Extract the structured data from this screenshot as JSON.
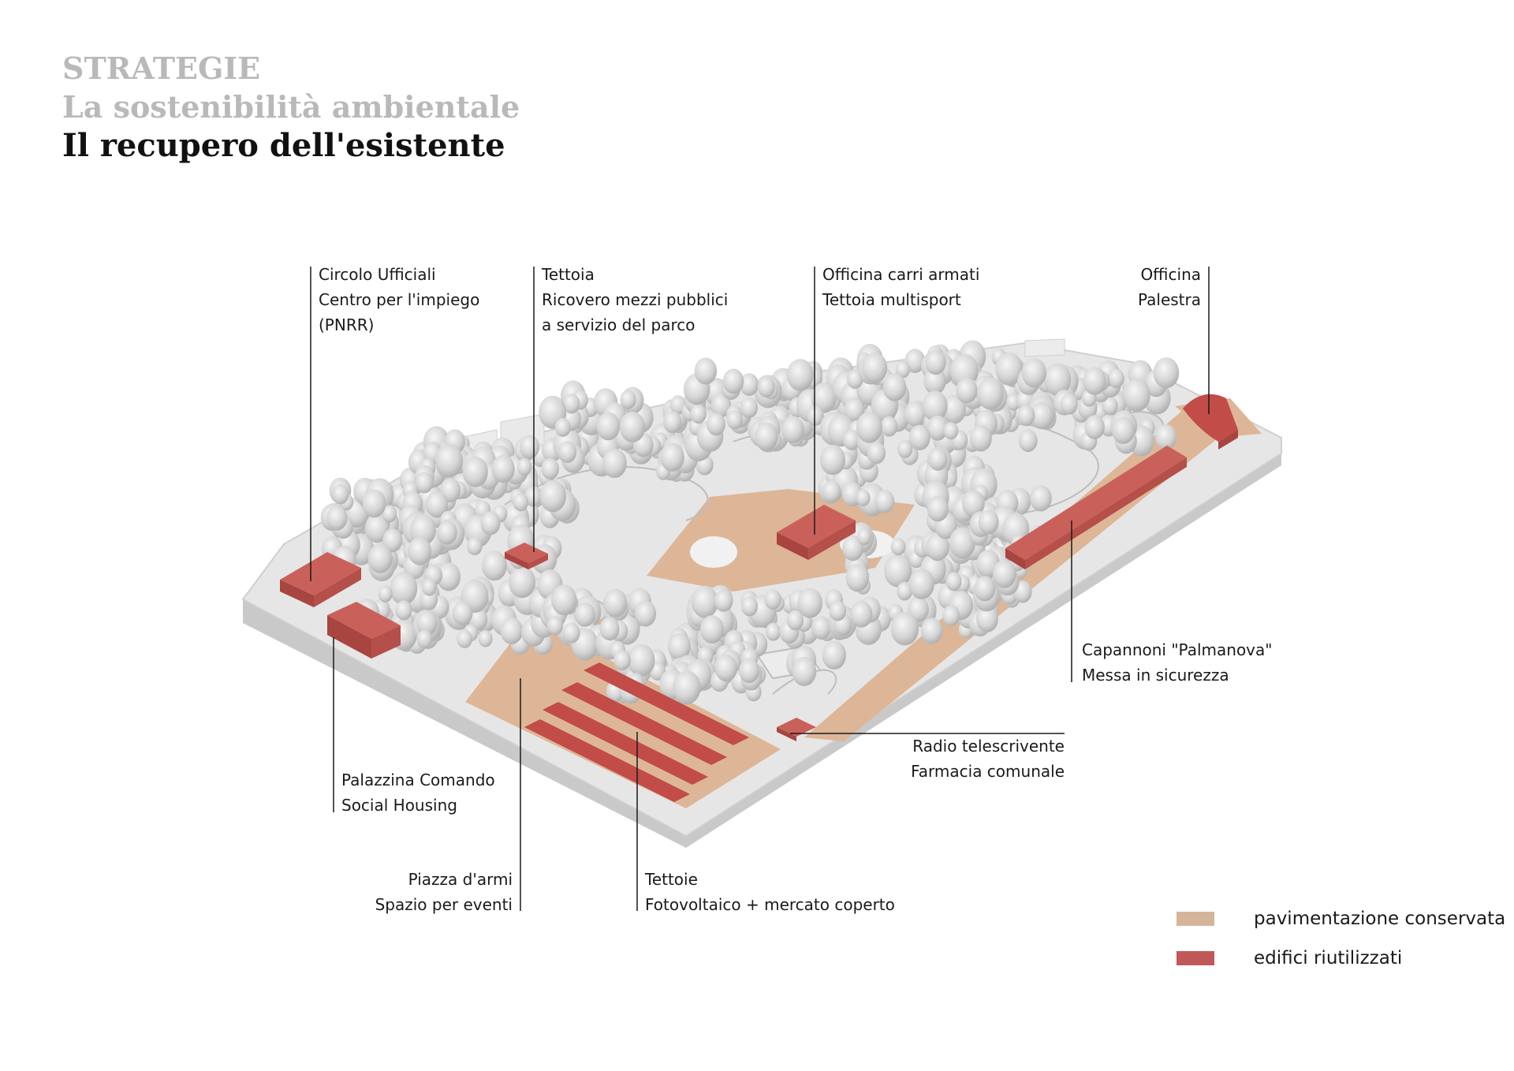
{
  "header": {
    "line1": "STRATEGIE",
    "line2": "La sostenibilità ambientale",
    "line3": "Il recupero dell'esistente"
  },
  "labels": {
    "circolo": [
      "Circolo Ufficiali",
      "Centro per l'impiego",
      "(PNRR)"
    ],
    "tettoia": [
      "Tettoia",
      "Ricovero mezzi pubblici",
      "a servizio del parco"
    ],
    "officina_carri": [
      "Officina carri armati",
      "Tettoia multisport"
    ],
    "officina": [
      "Officina",
      "Palestra"
    ],
    "capannoni": [
      "Capannoni \"Palmanova\"",
      "Messa in sicurezza"
    ],
    "radio": [
      "Radio telescrivente",
      "Farmacia comunale"
    ],
    "palazzina": [
      "Palazzina Comando",
      "Social Housing"
    ],
    "piazza": [
      "Piazza d'armi",
      "Spazio per eventi"
    ],
    "tettoie": [
      "Tettoie",
      "Fotovoltaico + mercato coperto"
    ]
  },
  "legend": [
    {
      "label": "pavimentazione conservata",
      "color": "#d4b59a"
    },
    {
      "label": "edifici riutilizzati",
      "color": "#c0585a"
    }
  ],
  "colors": {
    "paving": "#ddb697",
    "building": "#c14c48",
    "building_top": "#c9615a",
    "ground": "#e4e4e4",
    "tree": "#d2d2d2"
  }
}
